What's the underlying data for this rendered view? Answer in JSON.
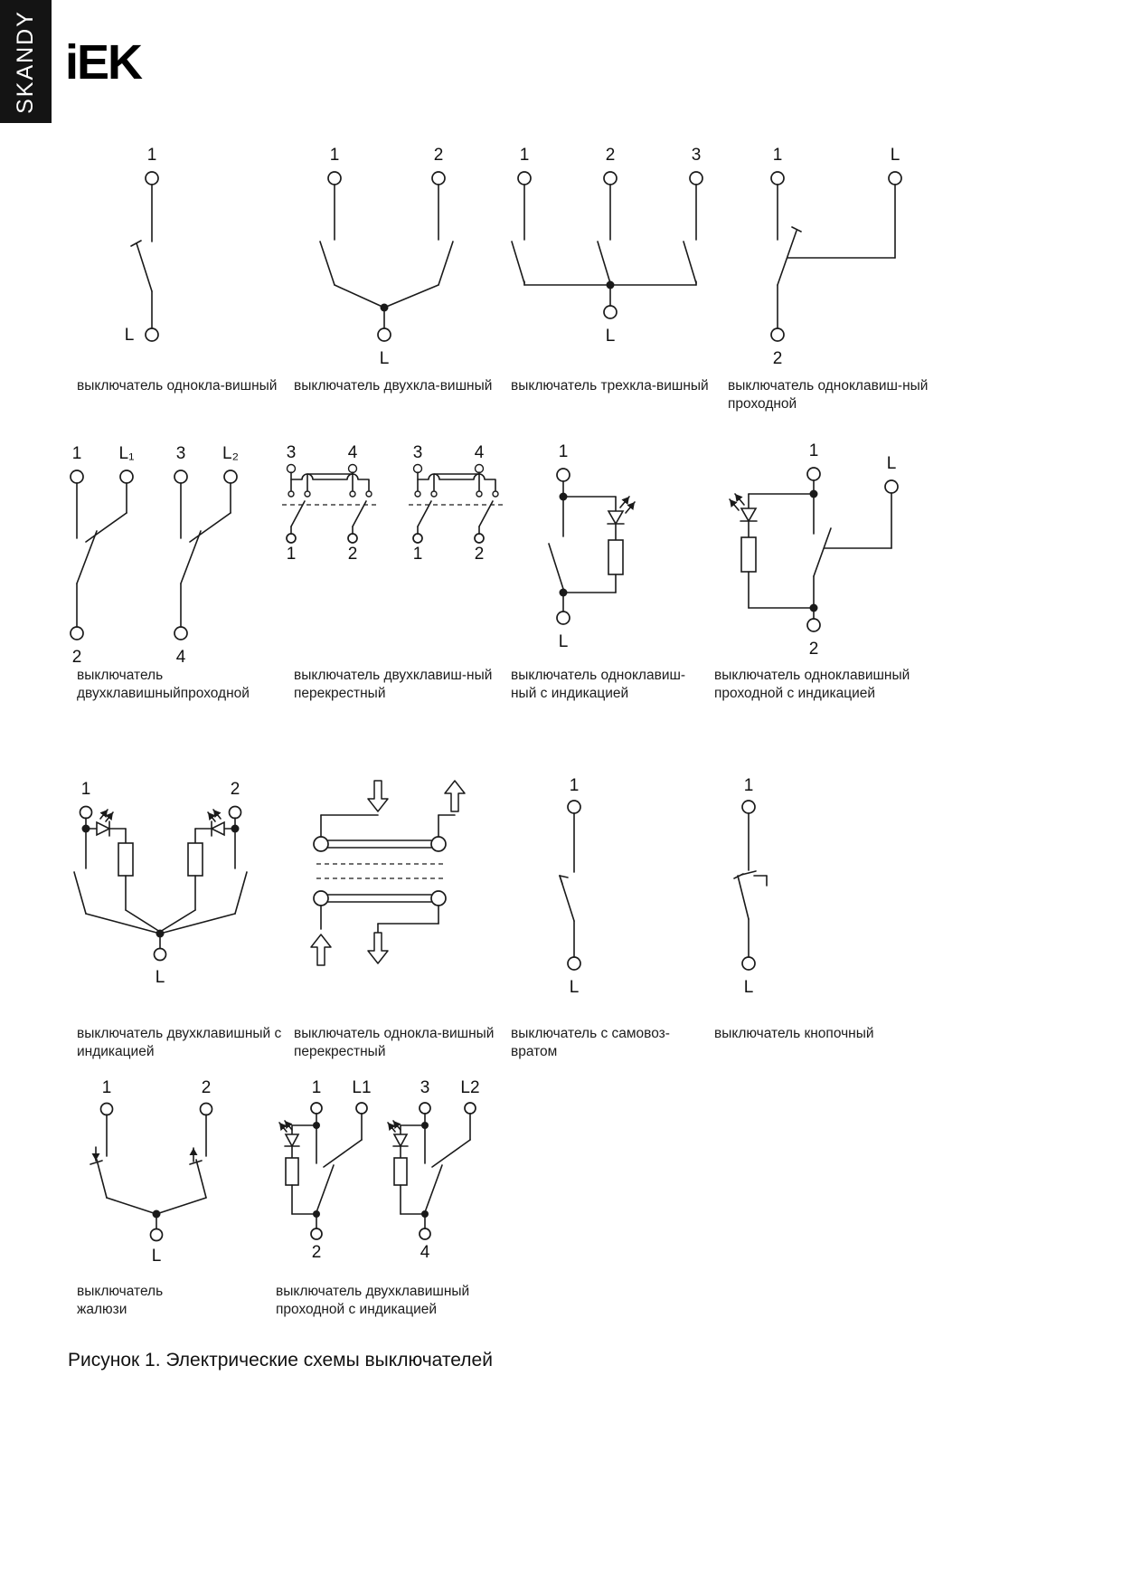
{
  "page": {
    "series_label": "SKANDY",
    "brand": "iEK",
    "figure_caption": "Рисунок 1. Электрические схемы выключателей"
  },
  "diagrams": {
    "d1": {
      "caption": "выключатель однокла-вишный",
      "t1": "1",
      "tb": "L"
    },
    "d2": {
      "caption": "выключатель двухкла-вишный",
      "t1": "1",
      "t2": "2",
      "tb": "L"
    },
    "d3": {
      "caption": "выключатель трехкла-вишный",
      "t1": "1",
      "t2": "2",
      "t3": "3",
      "tb": "L"
    },
    "d4": {
      "caption": "выключатель одноклавиш-ный проходной",
      "t1": "1",
      "t2": "L",
      "tb": "2"
    },
    "d5": {
      "caption": "выключатель двухклавишныйпроходной",
      "t1": "1",
      "t2": "L₁",
      "t3": "3",
      "t4": "L₂",
      "tb1": "2",
      "tb2": "4"
    },
    "d6": {
      "caption": "выключатель двухклавиш-ный перекрестный",
      "u1t1": "3",
      "u1t2": "4",
      "u1b1": "1",
      "u1b2": "2",
      "u2t1": "3",
      "u2t2": "4",
      "u2b1": "1",
      "u2b2": "2"
    },
    "d7": {
      "caption": "выключатель одноклавиш-ный с индикацией",
      "t1": "1",
      "tb": "L"
    },
    "d8": {
      "caption": "выключатель одноклавишный проходной с индикацией",
      "t1": "1",
      "t2": "L",
      "tb": "2"
    },
    "d9": {
      "caption": "выключатель двухклавишный с индикацией",
      "t1": "1",
      "t2": "2",
      "tb": "L"
    },
    "d10": {
      "caption": "выключатель однокла-вишный перекрестный"
    },
    "d11": {
      "caption": "выключатель с самовоз-вратом",
      "t1": "1",
      "tb": "L"
    },
    "d12": {
      "caption": "выключатель кнопочный",
      "t1": "1",
      "tb": "L"
    },
    "d13": {
      "caption": "выключатель жалюзи",
      "t1": "1",
      "t2": "2",
      "tb": "L"
    },
    "d14": {
      "caption": "выключатель двухклавишный проходной с индикацией",
      "t1": "1",
      "t2": "L1",
      "t3": "3",
      "t4": "L2",
      "tb1": "2",
      "tb2": "4"
    }
  }
}
